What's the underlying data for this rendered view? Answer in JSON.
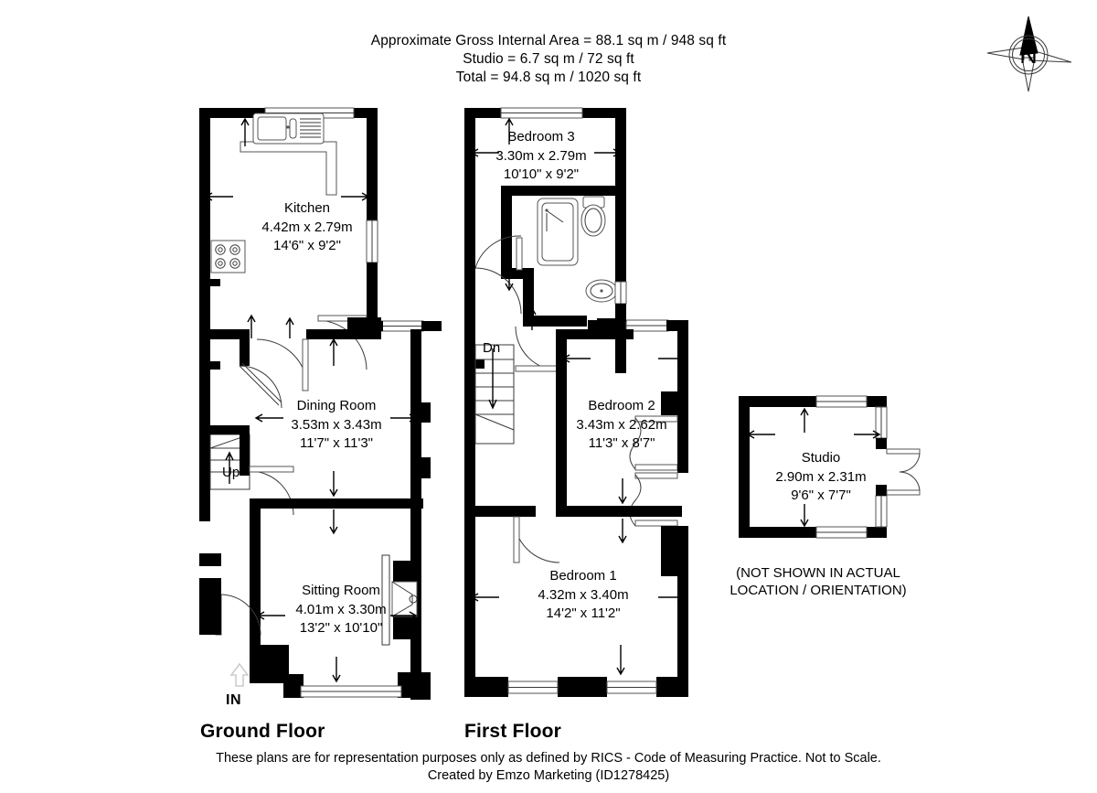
{
  "header": {
    "line1": "Approximate Gross Internal Area = 88.1 sq m / 948 sq ft",
    "line2": "Studio = 6.7 sq m / 72 sq ft",
    "line3": "Total = 94.8 sq m / 1020 sq ft"
  },
  "compass": {
    "label": "N",
    "icon": "compass-north-icon"
  },
  "floors": [
    {
      "id": "ground",
      "title": "Ground Floor",
      "rooms": [
        {
          "name": "Kitchen",
          "metric": "4.42m x 2.79m",
          "imperial": "14'6\" x 9'2\""
        },
        {
          "name": "Dining Room",
          "metric": "3.53m x 3.43m",
          "imperial": "11'7\" x 11'3\""
        },
        {
          "name": "Sitting Room",
          "metric": "4.01m x 3.30m",
          "imperial": "13'2\" x 10'10\""
        }
      ],
      "annotations": {
        "stairs": "Up",
        "entrance": "IN"
      }
    },
    {
      "id": "first",
      "title": "First Floor",
      "rooms": [
        {
          "name": "Bedroom 3",
          "metric": "3.30m x 2.79m",
          "imperial": "10'10\" x 9'2\""
        },
        {
          "name": "Bedroom 2",
          "metric": "3.43m x 2.62m",
          "imperial": "11'3\" x 8'7\""
        },
        {
          "name": "Bedroom 1",
          "metric": "4.32m x 3.40m",
          "imperial": "14'2\" x 11'2\""
        }
      ],
      "annotations": {
        "stairs": "Dn"
      }
    },
    {
      "id": "studio",
      "title": "",
      "rooms": [
        {
          "name": "Studio",
          "metric": "2.90m x 2.31m",
          "imperial": "9'6\" x 7'7\""
        }
      ],
      "note_line1": "(NOT SHOWN IN ACTUAL",
      "note_line2": "LOCATION / ORIENTATION)"
    }
  ],
  "footer": {
    "line1": "These plans are for representation purposes only as defined by RICS - Code of Measuring Practice. Not to Scale.",
    "line2": "Created by Emzo Marketing (ID1278425)"
  },
  "colors": {
    "wall": "#000000",
    "background": "#ffffff",
    "text": "#000000",
    "fixture_outline": "#555555",
    "in_arrow": "#cccccc"
  }
}
